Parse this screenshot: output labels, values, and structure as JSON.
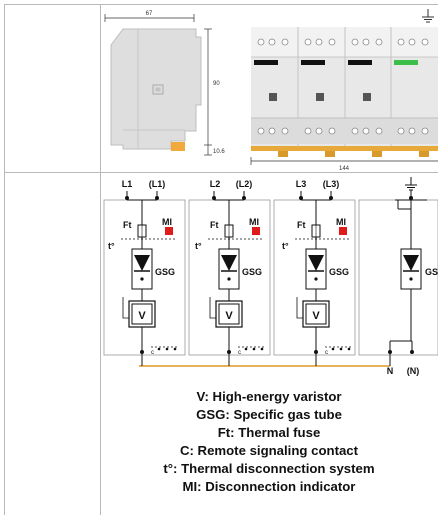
{
  "dimensions": {
    "width": "67",
    "height": "90",
    "foot": "10.6",
    "length": "144"
  },
  "schematic": {
    "line_labels": [
      "L1",
      "(L1)",
      "L2",
      "(L2)",
      "L3",
      "(L3)"
    ],
    "module_labels": {
      "fuse": "Ft",
      "indicator": "MI",
      "thermal": "t°",
      "gas_tube": "GSG",
      "varistor": "V",
      "contact": "c"
    },
    "neutral_labels": [
      "N",
      "(N)"
    ],
    "colors": {
      "indicator": "#e01b1b",
      "neutral_bus": "#e6b35a",
      "rail": "#d89a2b",
      "status_green": "#3bbf4a"
    }
  },
  "legend": [
    "V: High-energy varistor",
    "GSG: Specific gas tube",
    "Ft: Thermal fuse",
    "C: Remote signaling contact",
    "t°: Thermal disconnection system",
    "MI: Disconnection indicator"
  ]
}
